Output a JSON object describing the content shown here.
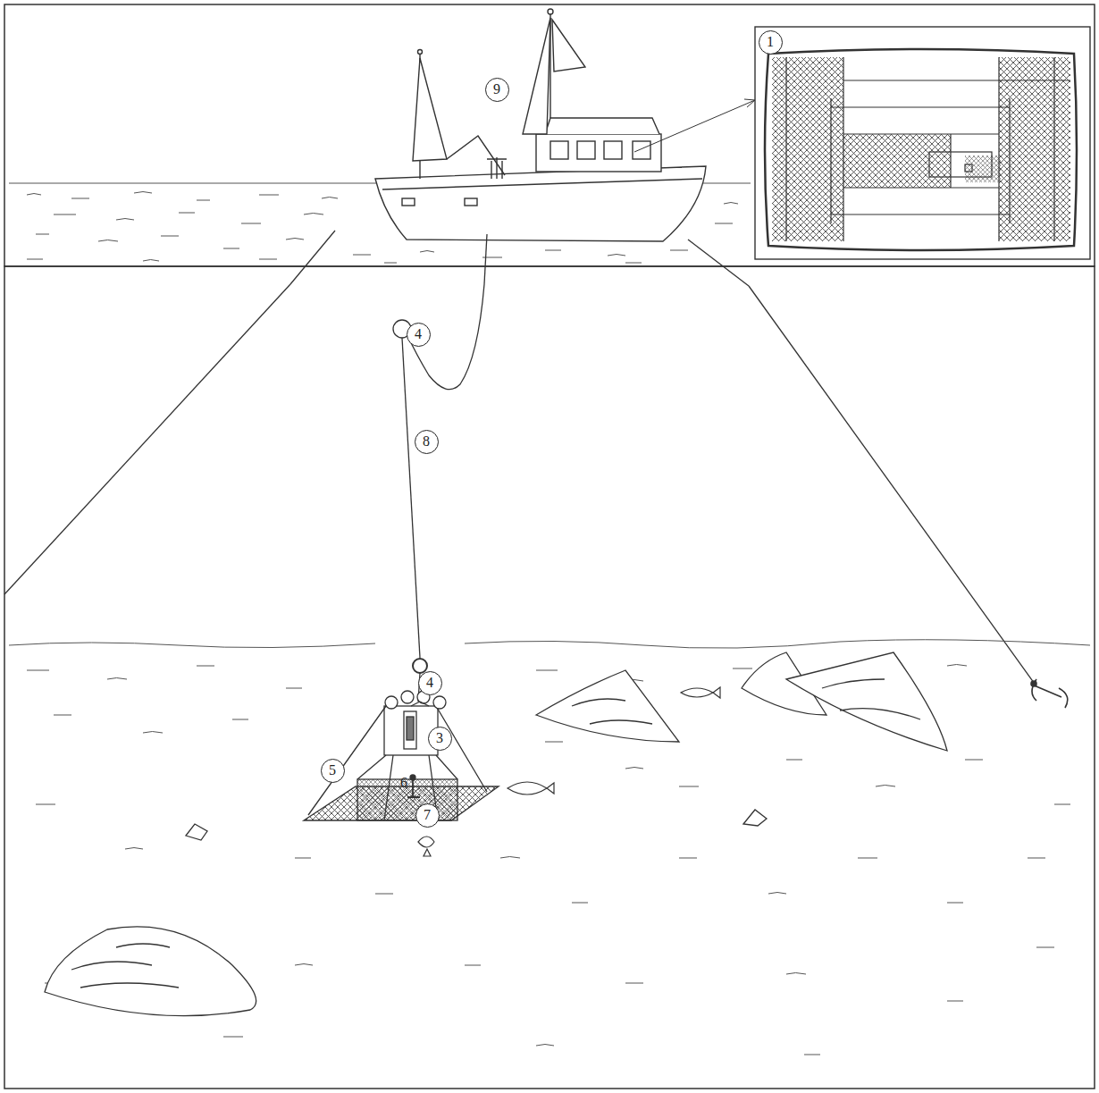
{
  "diagram": {
    "labels": [
      "1",
      "9",
      "4",
      "8",
      "4",
      "3",
      "5",
      "6",
      "7"
    ]
  }
}
